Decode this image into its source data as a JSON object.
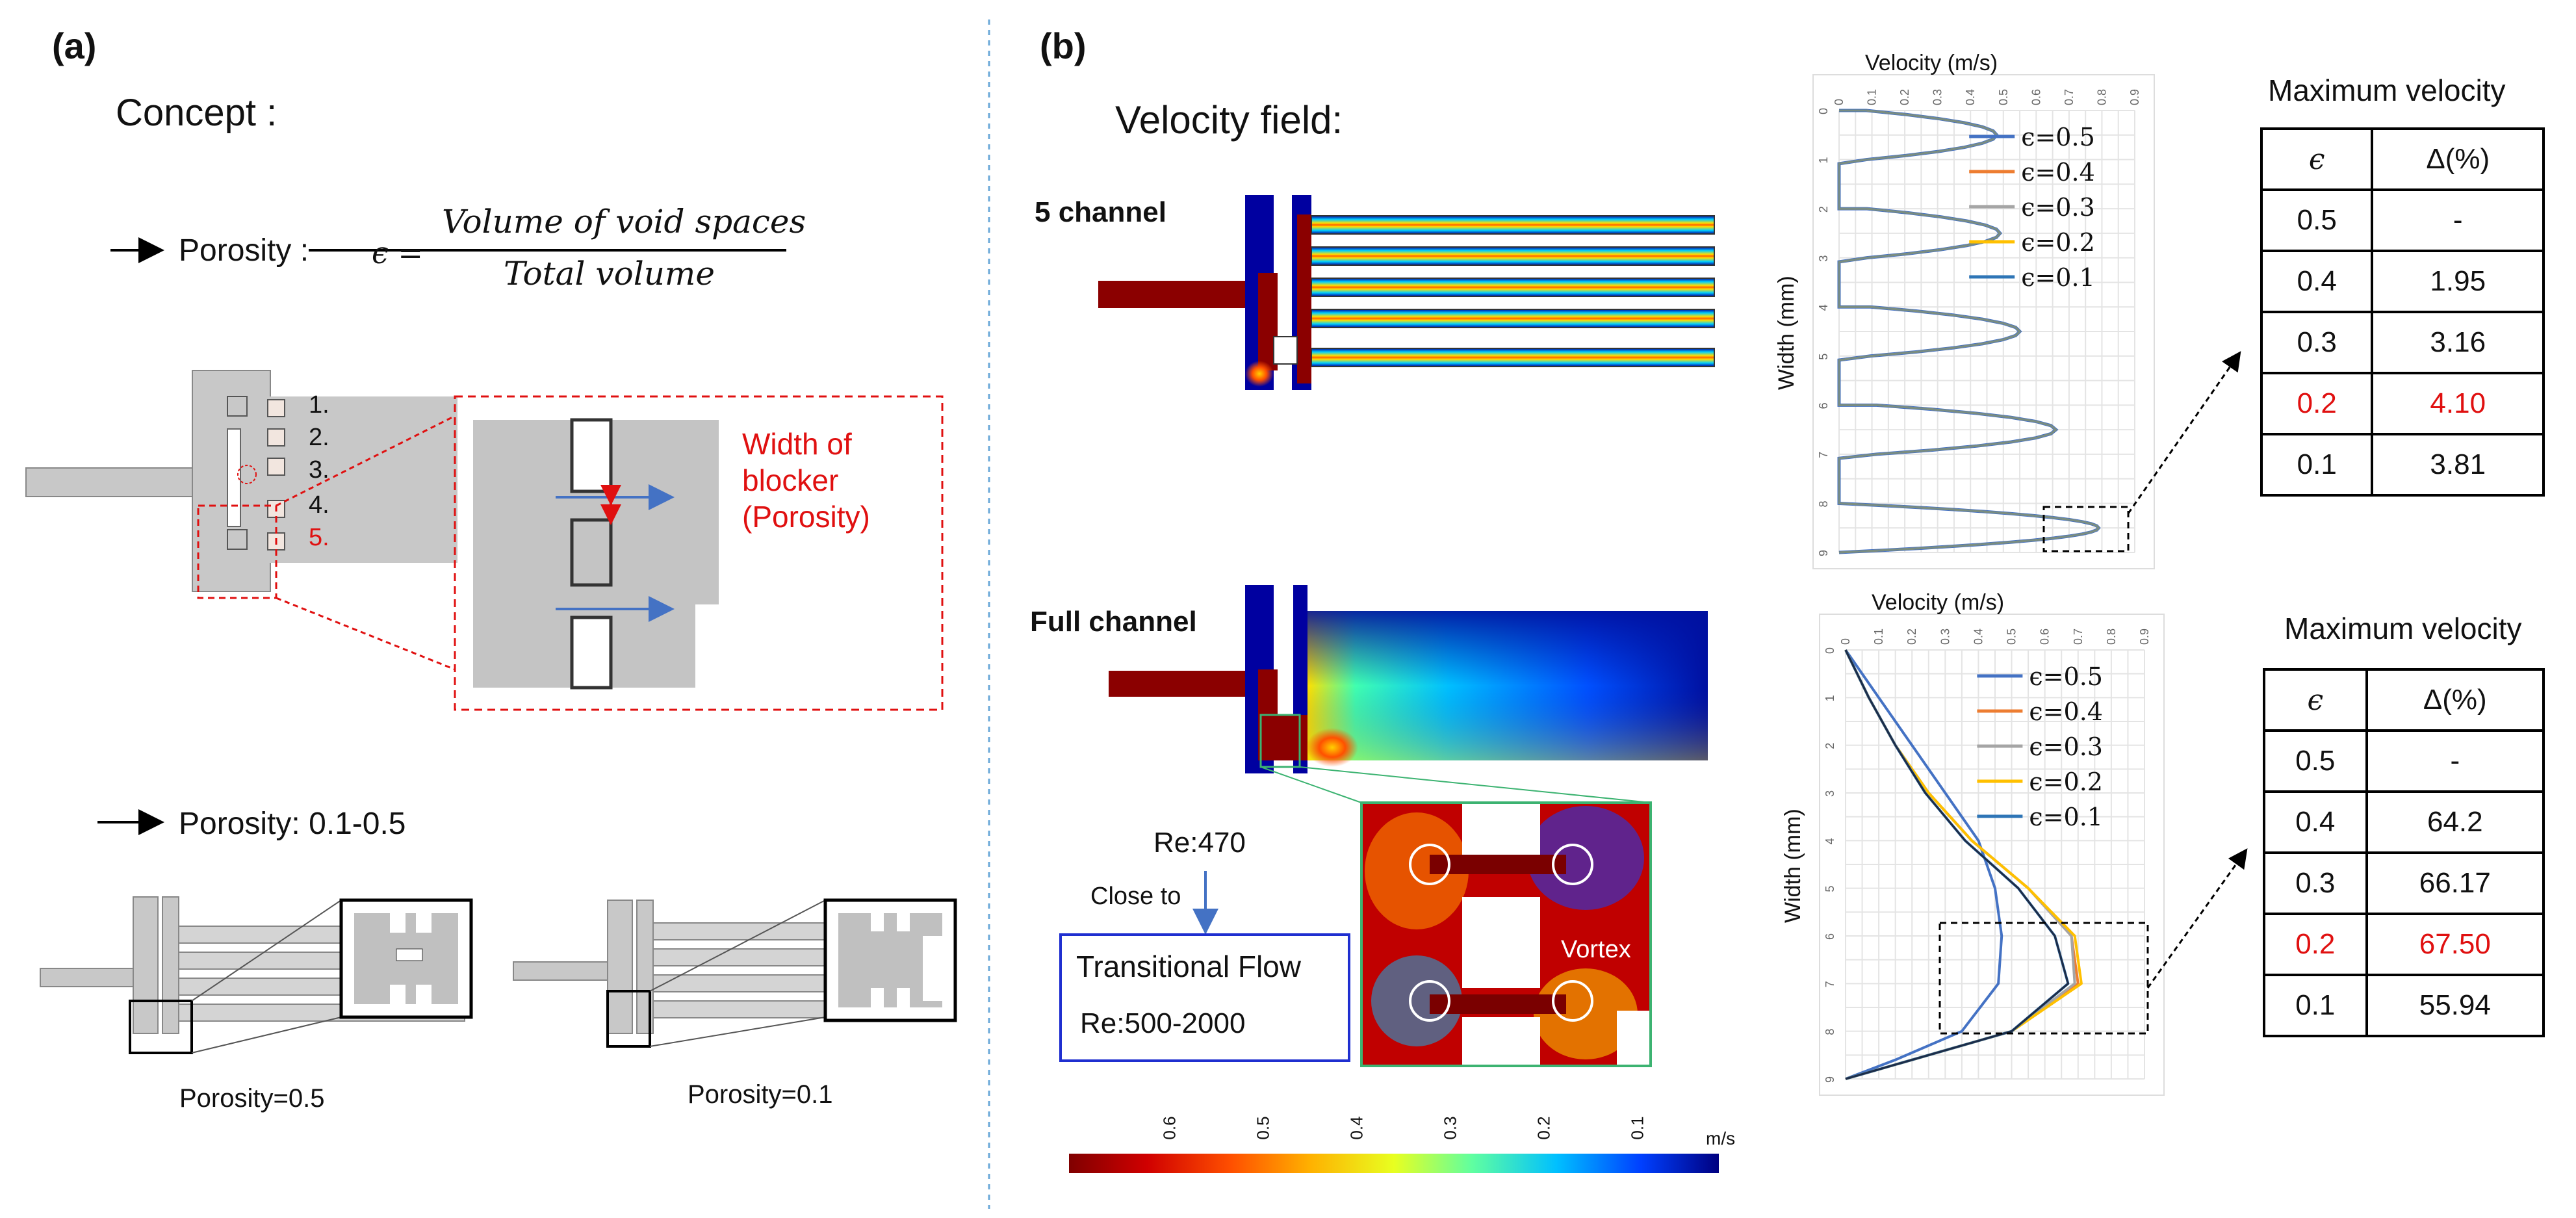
{
  "panel_a": {
    "label": "(a)",
    "concept": "Concept :",
    "porosity_label": "Porosity :",
    "formula_lhs": "ϵ =",
    "formula_num": "Volume of void spaces",
    "formula_den": "Total volume",
    "numbers": [
      "1.",
      "2.",
      "3.",
      "4.",
      "5."
    ],
    "callout": [
      "Width of",
      "blocker",
      "(Porosity)"
    ],
    "porosity_range": "Porosity: 0.1-0.5",
    "left_caption": "Porosity=0.5",
    "right_caption": "Porosity=0.1"
  },
  "panel_b": {
    "label": "(b)",
    "title": "Velocity field:",
    "five_channel": "5 channel",
    "full_channel": "Full channel",
    "vortex": "Vortex",
    "re": "Re:470",
    "close_to": "Close to",
    "transitional": "Transitional Flow",
    "re_range": "Re:500-2000",
    "colorbar_unit": "m/s",
    "colorbar_ticks": [
      "0.6",
      "0.5",
      "0.4",
      "0.3",
      "0.2",
      "0.1"
    ]
  },
  "colors": {
    "accent_red": "#e01010",
    "flow_arrow": "#4472c4",
    "box_blue": "#1f2fd0",
    "zoom_green": "#3cb371"
  },
  "chart_data": [
    {
      "type": "line",
      "title": "Velocity (m/s)",
      "ylabel": "Width (mm)",
      "x_ticks": [
        "0",
        "0.1",
        "0.2",
        "0.3",
        "0.4",
        "0.5",
        "0.6",
        "0.7",
        "0.8",
        "0.9"
      ],
      "y_ticks": [
        "0",
        "1",
        "2",
        "3",
        "4",
        "5",
        "6",
        "7",
        "8",
        "9"
      ],
      "xlim": [
        0,
        0.9
      ],
      "ylim": [
        0,
        9
      ],
      "grid": true,
      "legend_position": "top-right",
      "series": [
        {
          "name": "ϵ=0.5",
          "color": "#4472c4"
        },
        {
          "name": "ϵ=0.4",
          "color": "#ed7d31"
        },
        {
          "name": "ϵ=0.3",
          "color": "#a5a5a5"
        },
        {
          "name": "ϵ=0.2",
          "color": "#ffc000"
        },
        {
          "name": "ϵ=0.1",
          "color": "#2e75b6"
        }
      ],
      "profile": {
        "description_channels": 5,
        "peaks": [
          [
            0.48,
            0.5
          ],
          [
            0.49,
            2.5
          ],
          [
            0.55,
            4.5
          ],
          [
            0.66,
            6.5
          ],
          [
            0.79,
            8.5
          ]
        ],
        "walls": [
          0.0,
          2.0,
          4.0,
          6.0,
          8.0,
          9.0
        ]
      }
    },
    {
      "type": "line",
      "title": "Velocity (m/s)",
      "ylabel": "Width (mm)",
      "x_ticks": [
        "0",
        "0.1",
        "0.2",
        "0.3",
        "0.4",
        "0.5",
        "0.6",
        "0.7",
        "0.8",
        "0.9"
      ],
      "y_ticks": [
        "0",
        "1",
        "2",
        "3",
        "4",
        "5",
        "6",
        "7",
        "8",
        "9"
      ],
      "xlim": [
        0,
        0.9
      ],
      "ylim": [
        0,
        9
      ],
      "grid": true,
      "legend_position": "top-right",
      "series": [
        {
          "name": "ϵ=0.5",
          "color": "#4472c4",
          "x": [
            0,
            0.1,
            0.2,
            0.3,
            0.4,
            0.45,
            0.47,
            0.46,
            0.35,
            0.15,
            0
          ],
          "y": [
            0,
            1,
            2,
            3,
            4,
            5,
            6,
            7,
            8,
            8.6,
            9
          ]
        },
        {
          "name": "ϵ=0.4",
          "color": "#ed7d31",
          "x": [
            0,
            0.07,
            0.15,
            0.25,
            0.38,
            0.55,
            0.68,
            0.7,
            0.5,
            0.15,
            0
          ],
          "y": [
            0,
            1,
            2,
            3,
            4,
            5,
            6,
            7,
            8,
            8.7,
            9
          ]
        },
        {
          "name": "ϵ=0.3",
          "color": "#a5a5a5",
          "x": [
            0,
            0.07,
            0.15,
            0.25,
            0.38,
            0.55,
            0.68,
            0.69,
            0.5,
            0.15,
            0
          ],
          "y": [
            0,
            1,
            2,
            3,
            4,
            5,
            6,
            7,
            8,
            8.7,
            9
          ]
        },
        {
          "name": "ϵ=0.2",
          "color": "#ffc000",
          "x": [
            0,
            0.07,
            0.15,
            0.25,
            0.38,
            0.55,
            0.69,
            0.71,
            0.5,
            0.15,
            0
          ],
          "y": [
            0,
            1,
            2,
            3,
            4,
            5,
            6,
            7,
            8,
            8.7,
            9
          ]
        },
        {
          "name": "ϵ=0.1",
          "color": "#2e75b6",
          "x": [
            0,
            0.07,
            0.15,
            0.24,
            0.36,
            0.52,
            0.63,
            0.67,
            0.5,
            0.15,
            0
          ],
          "y": [
            0,
            1,
            2,
            3,
            4,
            5,
            6,
            7,
            8,
            8.7,
            9
          ]
        }
      ]
    },
    {
      "type": "table",
      "title": "Maximum velocity",
      "columns": [
        "ϵ",
        "Δ(%)"
      ],
      "rows": [
        [
          "0.5",
          "-"
        ],
        [
          "0.4",
          "1.95"
        ],
        [
          "0.3",
          "3.16"
        ],
        [
          "0.2",
          "4.10"
        ],
        [
          "0.1",
          "3.81"
        ]
      ],
      "highlight_row": "0.2"
    },
    {
      "type": "table",
      "title": "Maximum velocity",
      "columns": [
        "ϵ",
        "Δ(%)"
      ],
      "rows": [
        [
          "0.5",
          "-"
        ],
        [
          "0.4",
          "64.2"
        ],
        [
          "0.3",
          "66.17"
        ],
        [
          "0.2",
          "67.50"
        ],
        [
          "0.1",
          "55.94"
        ]
      ],
      "highlight_row": "0.2"
    }
  ]
}
